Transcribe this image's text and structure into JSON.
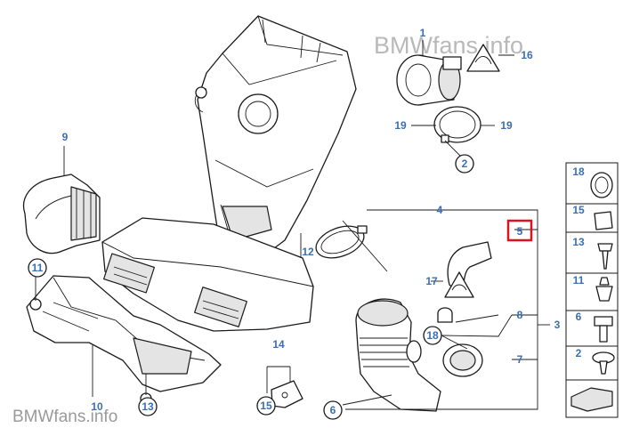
{
  "watermark_top": "BMWfans.info",
  "watermark_bottom": "BMWfans.info",
  "callouts": {
    "c1": "1",
    "c16": "16",
    "c19a": "19",
    "c19b": "19",
    "c2": "2",
    "c9": "9",
    "c4": "4",
    "c5": "5",
    "c12": "12",
    "c11": "11",
    "c17": "17",
    "c8": "8",
    "c18": "18",
    "c3": "3",
    "c7": "7",
    "c14": "14",
    "c10": "10",
    "c13": "13",
    "c15": "15",
    "c6": "6"
  },
  "side_panel": {
    "s18": "18",
    "s15": "15",
    "s13": "13",
    "s11": "11",
    "s6": "6",
    "s2": "2"
  },
  "highlight_color": "#d9141e",
  "label_color": "#3a6fb0"
}
